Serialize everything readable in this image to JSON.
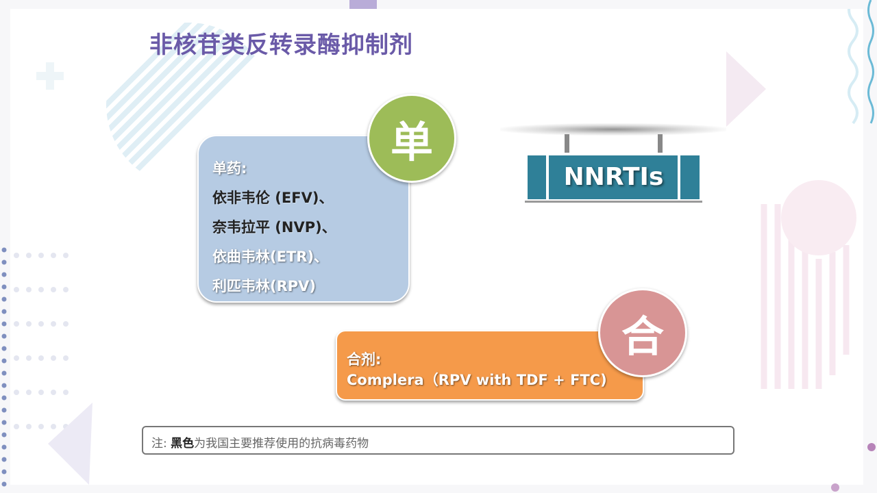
{
  "slide": {
    "title": "非核苷类反转录酶抑制剂",
    "colors": {
      "title": "#6a5aa8",
      "single_box": "#b6cbe3",
      "single_circle": "#9dbc58",
      "combo_box": "#f59a4a",
      "combo_circle": "#d89595",
      "sign": "#2f8098"
    }
  },
  "single": {
    "badge": "单",
    "heading": "单药:",
    "drugs": [
      {
        "name": "依非韦伦 (EFV)、",
        "recommended": true
      },
      {
        "name": "奈韦拉平 (NVP)、",
        "recommended": true
      },
      {
        "name": "依曲韦林(ETR)、",
        "recommended": false
      },
      {
        "name": "利匹韦林(RPV)",
        "recommended": false
      }
    ]
  },
  "sign": {
    "label": "NNRTIs"
  },
  "combo": {
    "badge": "合",
    "heading": "合剂:",
    "drug": "Complera（RPV with TDF + FTC)"
  },
  "note": {
    "prefix": "注:",
    "emphasis": "黑色",
    "suffix": "为我国主要推荐使用的抗病毒药物"
  }
}
